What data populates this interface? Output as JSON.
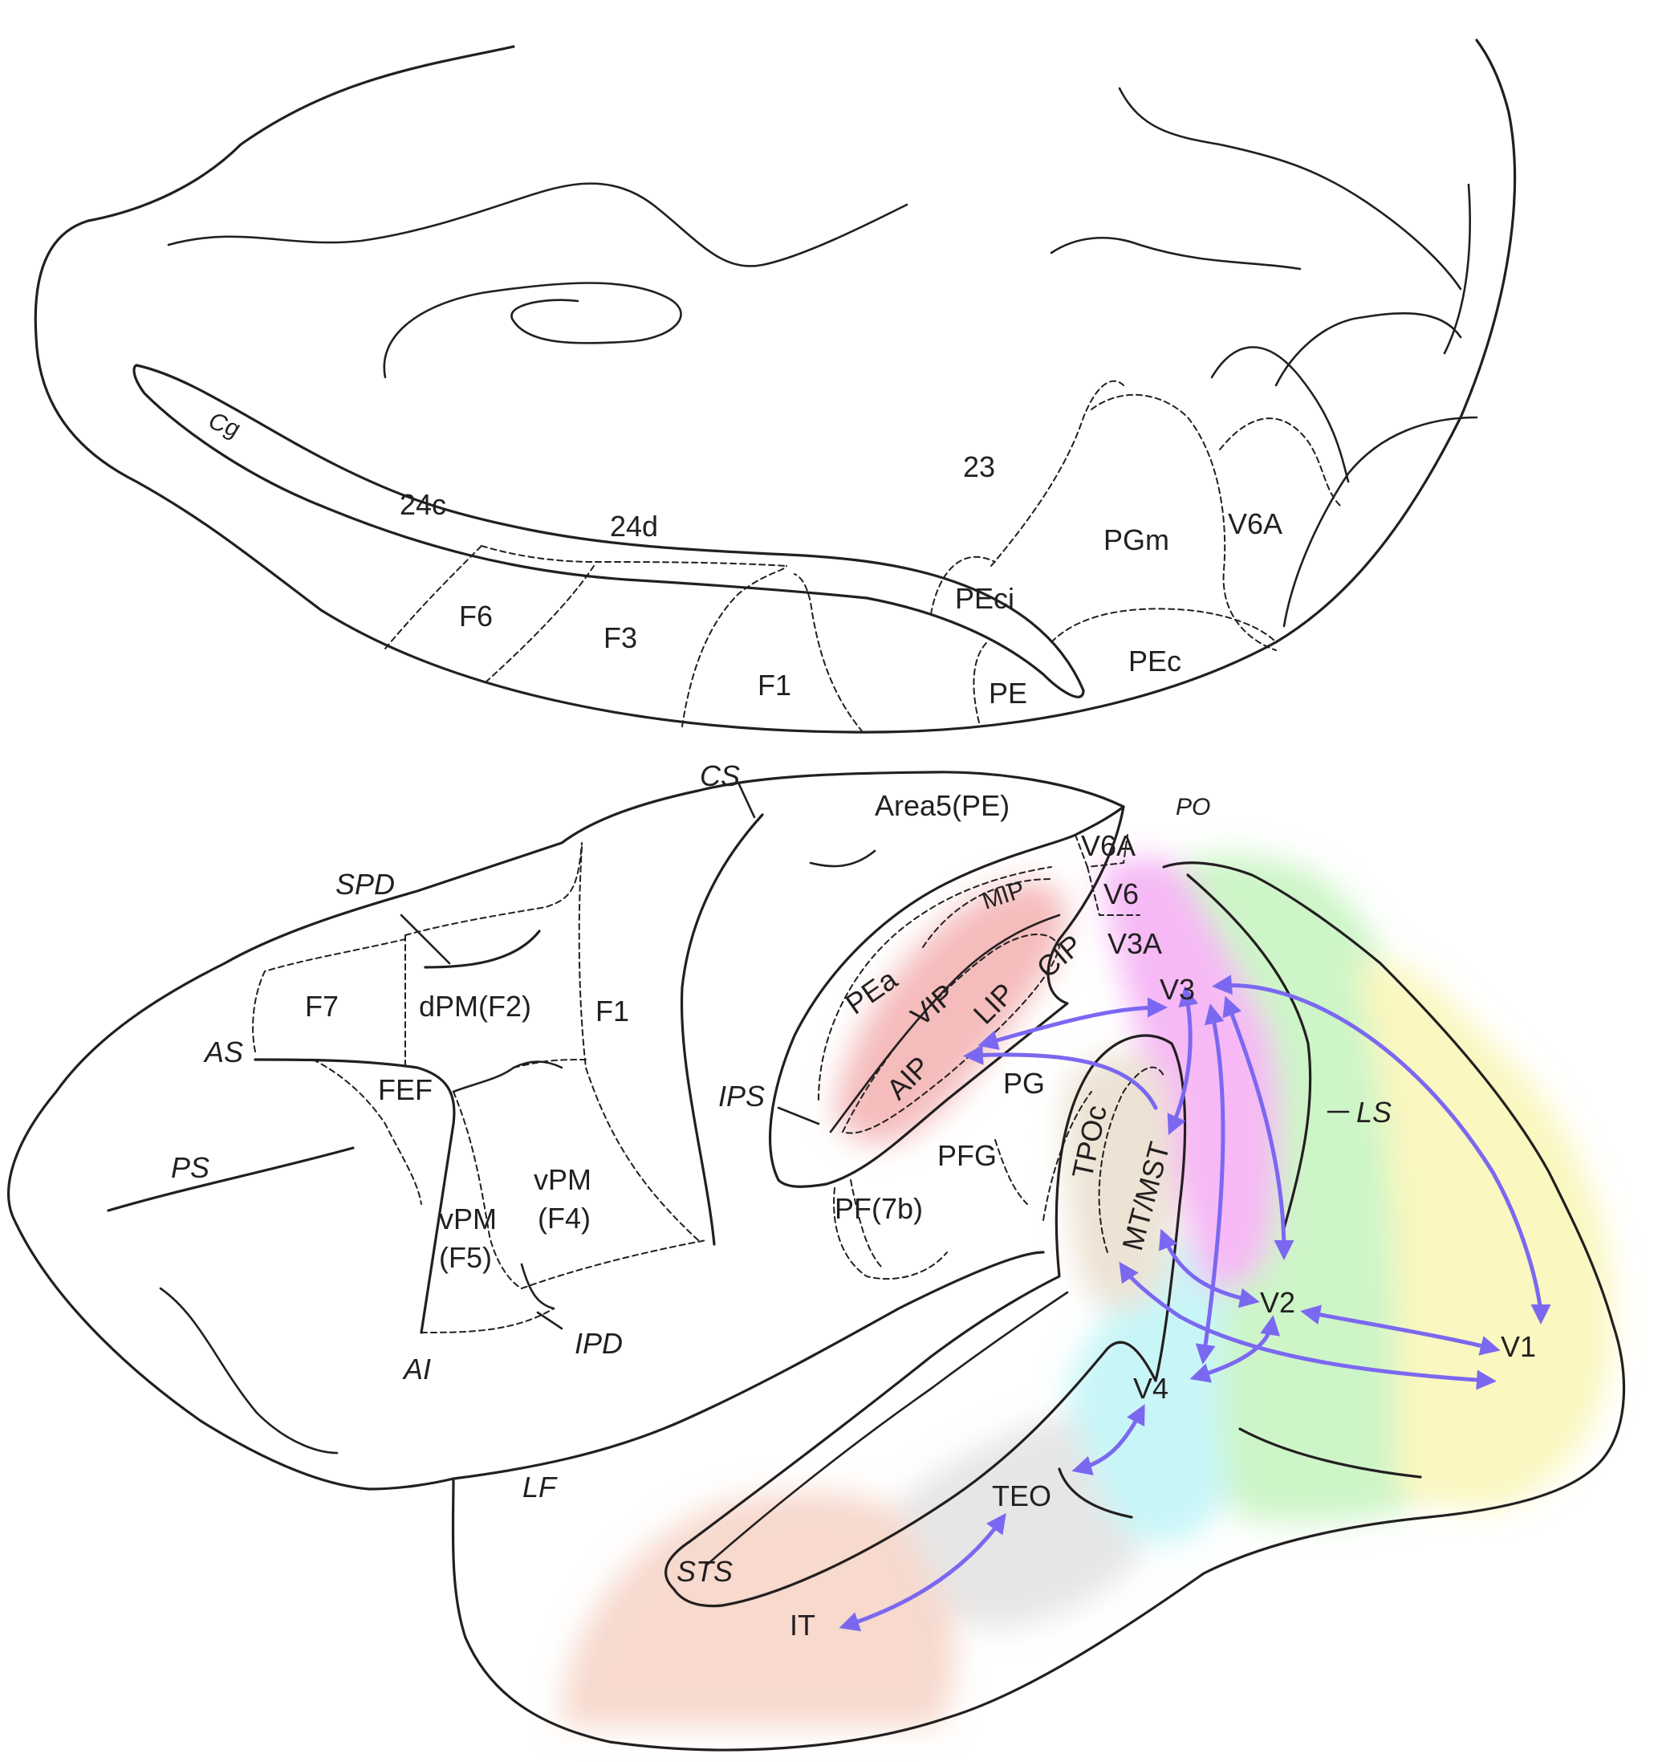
{
  "colors": {
    "line": "#231f20",
    "arrow": "#7b68f0",
    "region_v1": "#faf7c0",
    "region_v2": "#cdf5c8",
    "region_v3": "#f6b9f5",
    "region_v4": "#c8f6f8",
    "region_teo": "#e6e6e6",
    "region_it": "#f7d9cd",
    "region_parietal": "#f5bcbc",
    "region_mt": "#ede3d4"
  },
  "medial_view": {
    "labels": {
      "cg": "Cg",
      "a24c": "24c",
      "a24d": "24d",
      "a23": "23",
      "pgm": "PGm",
      "v6a": "V6A",
      "peci": "PEci",
      "f6": "F6",
      "f3": "F3",
      "f1": "F1",
      "pe": "PE",
      "pec": "PEc"
    }
  },
  "lateral_view": {
    "sulci": {
      "cs": "CS",
      "po": "PO",
      "spd": "SPD",
      "as": "AS",
      "ps": "PS",
      "ips": "IPS",
      "ls": "LS",
      "ipd": "IPD",
      "ai": "AI",
      "lf": "LF",
      "sts": "STS"
    },
    "areas": {
      "area5": "Area5(PE)",
      "v6a": "V6A",
      "v6": "V6",
      "mip": "MIP",
      "v3a": "V3A",
      "cip": "CIP",
      "pea": "PEa",
      "vip": "VIP",
      "lip": "LIP",
      "aip": "AIP",
      "pg": "PG",
      "pfg": "PFG",
      "pf7b": "PF(7b)",
      "tpoc": "TPOc",
      "mtmst": "MT/MST",
      "f7": "F7",
      "dpm": "dPM(F2)",
      "f1": "F1",
      "fef": "FEF",
      "vpm_f4_line1": "vPM",
      "vpm_f4_line2": "(F4)",
      "vpm_f5_line1": "vPM",
      "vpm_f5_line2": "(F5)",
      "v3": "V3",
      "v2": "V2",
      "v1": "V1",
      "v4": "V4",
      "teo": "TEO",
      "it": "IT"
    }
  }
}
